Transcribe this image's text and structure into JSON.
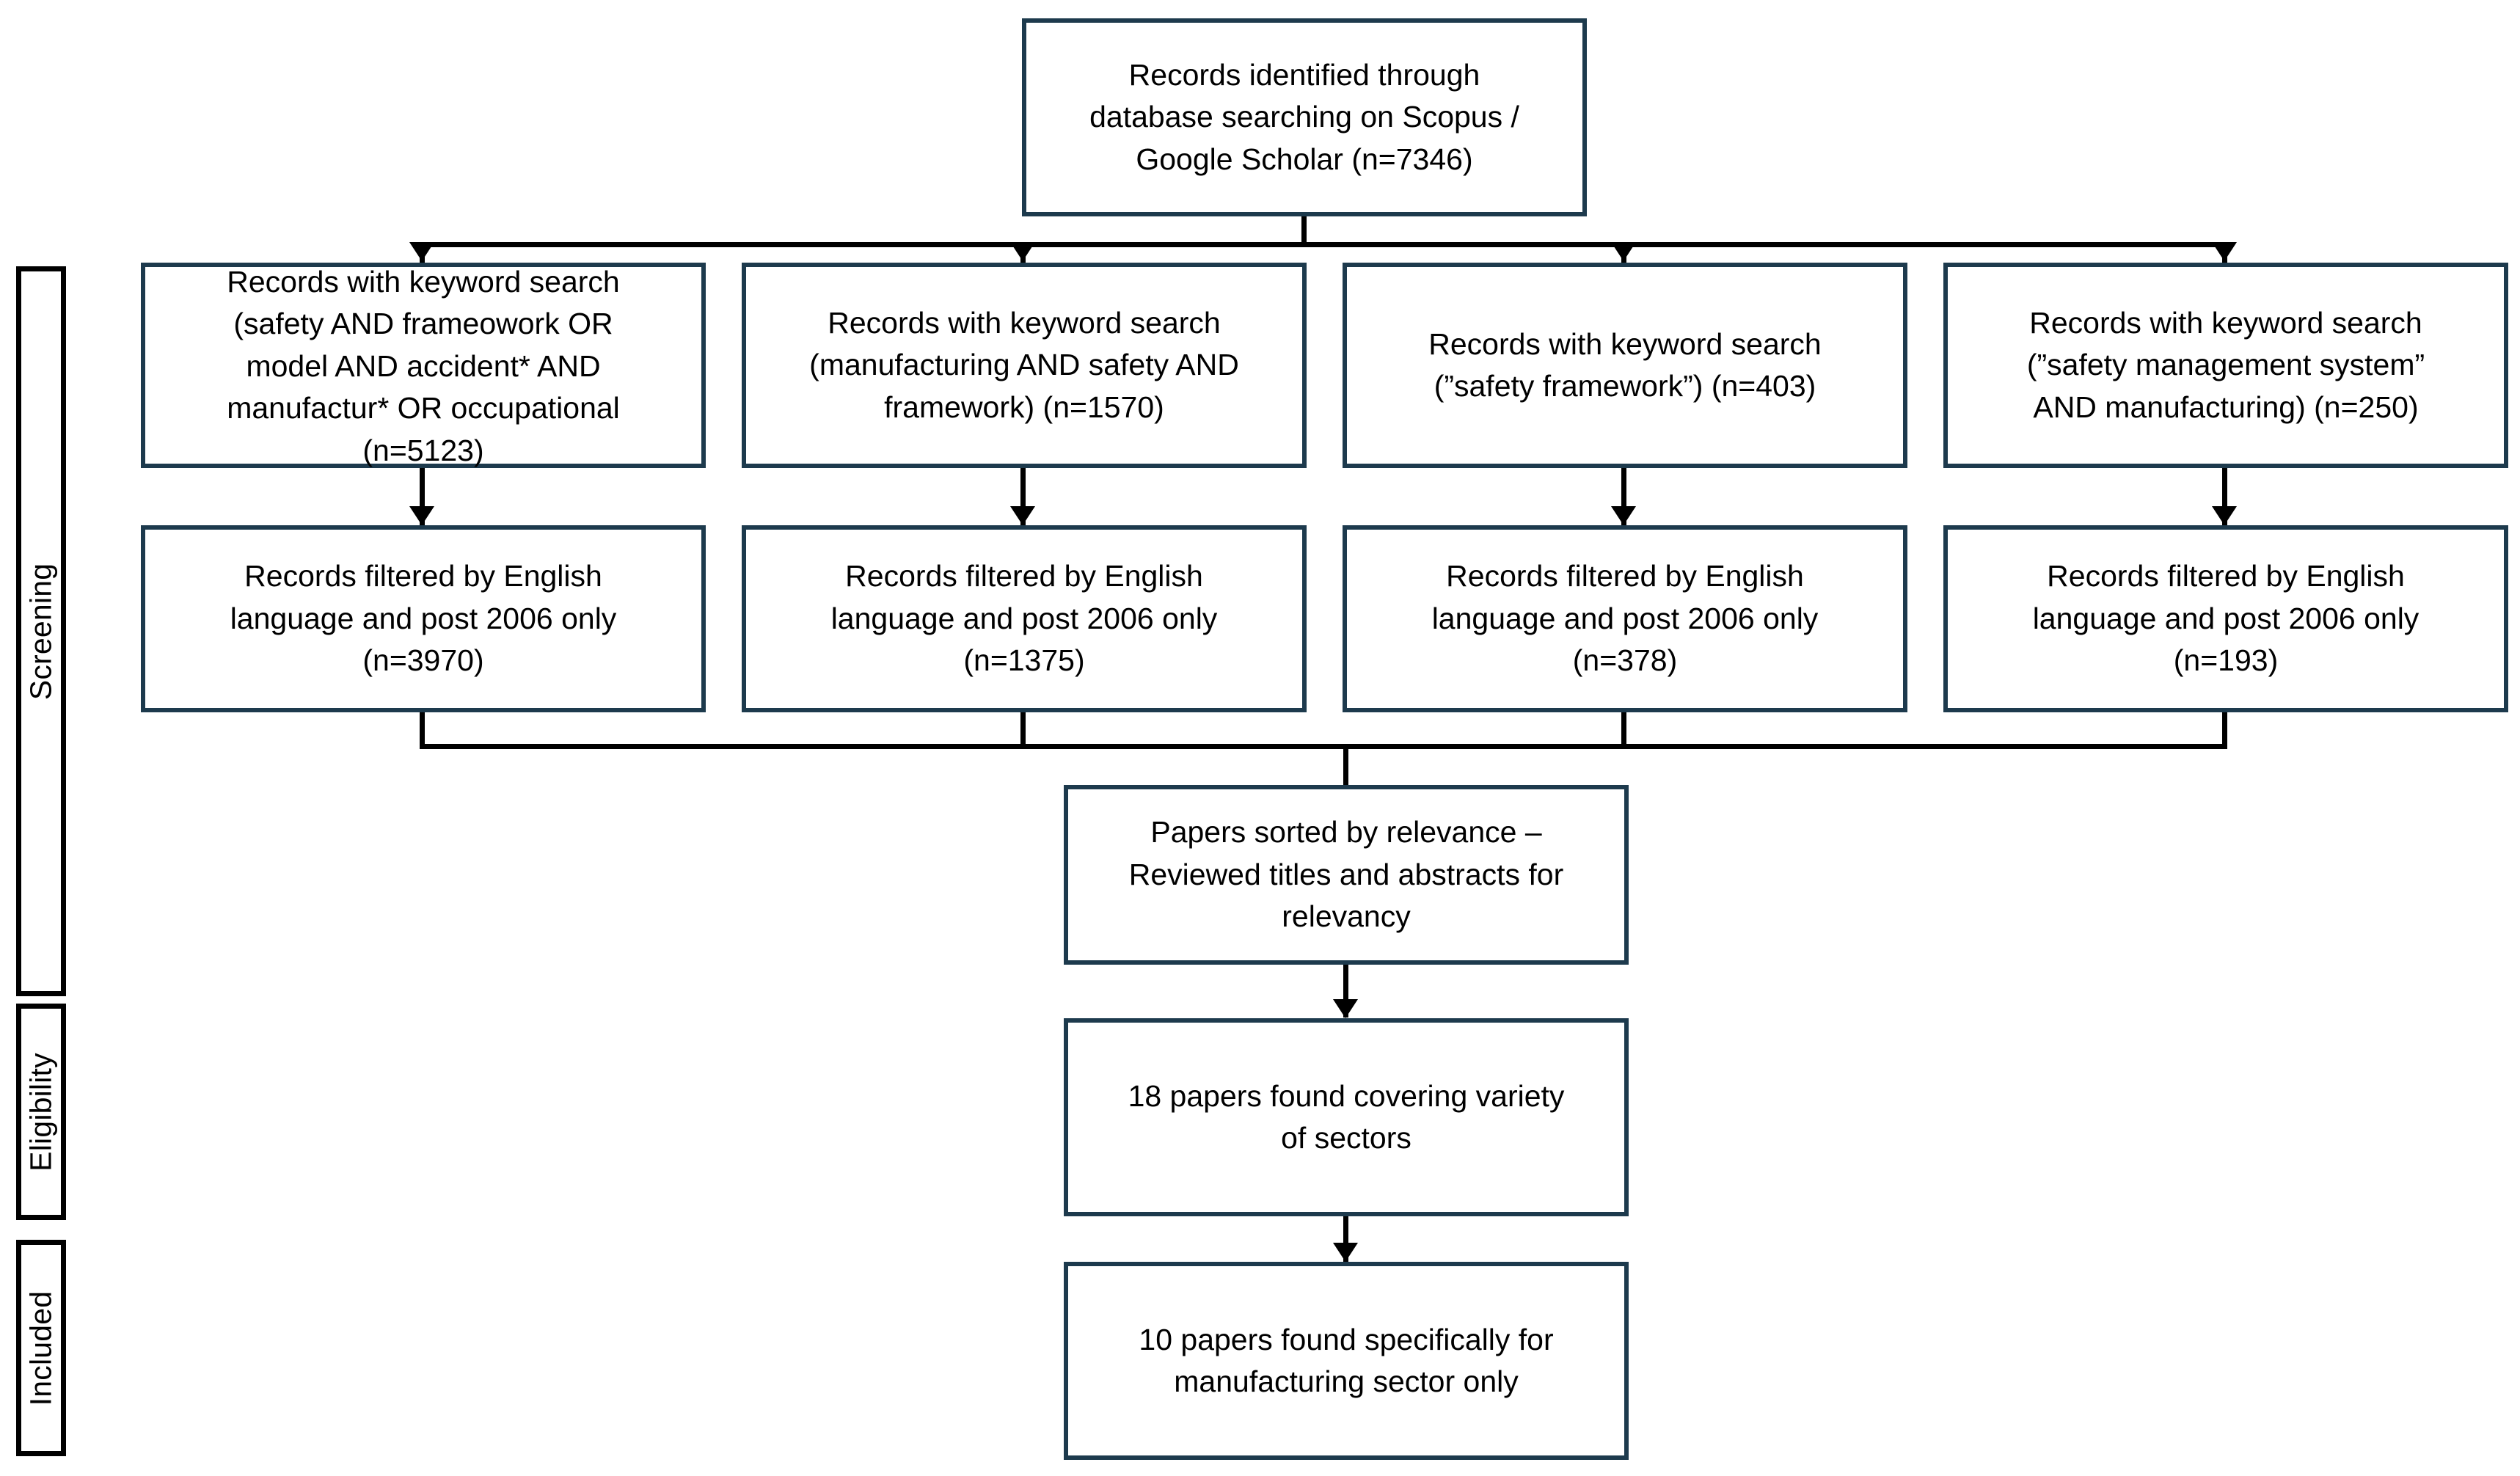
{
  "diagram": {
    "title": "PRISMA study selection flow diagram",
    "accent_border_color": "#1d3a4d",
    "connector_color": "#000000",
    "phase_border_color": "#000000",
    "background_color": "#ffffff"
  },
  "phases": [
    {
      "id": "screening",
      "label": "Screening"
    },
    {
      "id": "eligibility",
      "label": "Eligibility"
    },
    {
      "id": "included",
      "label": "Included"
    }
  ],
  "nodes": {
    "source": {
      "label": "Records identified through database searching on Scopus / Google Scholar (n=7346)",
      "text": "Records identified through\ndatabase searching on Scopus /\nGoogle Scholar (n=7346)",
      "count": 7346
    },
    "search_results": [
      {
        "id": "search-1",
        "text": "Records  with keyword search\n(safety AND frameowork OR\nmodel AND accident* AND\nmanufactur* OR occupational\n(n=5123)",
        "count": 5123
      },
      {
        "id": "search-2",
        "text": "Records with keyword search\n(manufacturing AND safety AND\nframework) (n=1570)",
        "count": 1570
      },
      {
        "id": "search-3",
        "text": "Records with keyword search\n(”safety framework”) (n=403)",
        "count": 403
      },
      {
        "id": "search-4",
        "text": "Records with keyword search\n(”safety management system”\nAND manufacturing) (n=250)",
        "count": 250
      }
    ],
    "filtered_results": [
      {
        "id": "filter-1",
        "text": "Records  filtered by English\nlanguage and post 2006 only\n(n=3970)",
        "count": 3970
      },
      {
        "id": "filter-2",
        "text": "Records  filtered by English\nlanguage and post 2006 only\n(n=1375)",
        "count": 1375
      },
      {
        "id": "filter-3",
        "text": "Records  filtered by English\nlanguage and post 2006 only\n(n=378)",
        "count": 378
      },
      {
        "id": "filter-4",
        "text": "Records  filtered by English\nlanguage and post 2006 only\n(n=193)",
        "count": 193
      }
    ],
    "sorted": {
      "text": "Papers sorted by relevance –\nReviewed titles and abstracts for\nrelevancy"
    },
    "eligible": {
      "text": "18 papers found covering variety\nof sectors",
      "count": 18
    },
    "included": {
      "text": "10 papers found specifically for\nmanufacturing sector only",
      "count": 10
    }
  }
}
